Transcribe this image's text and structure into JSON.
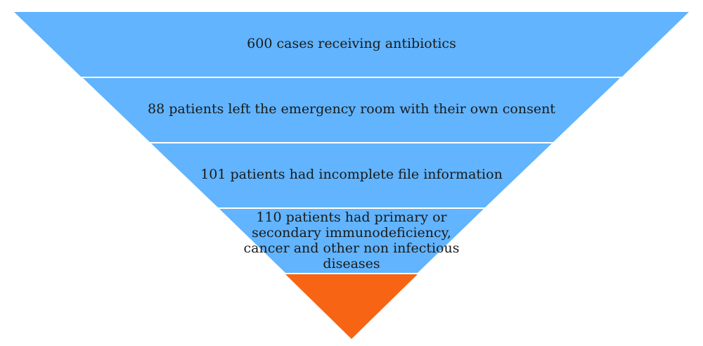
{
  "colors": {
    "stage_fill": "#61b4fd",
    "apex_fill": "#f76414",
    "separator": "#ffffff"
  },
  "stages": [
    {
      "label": "600 cases receiving antibiotics"
    },
    {
      "label": "88 patients left the emergency room with their own consent"
    },
    {
      "label": "101 patients had incomplete file information"
    },
    {
      "label": "110 patients had primary or secondary immunodeficiency, cancer and other non infectious diseases"
    }
  ]
}
